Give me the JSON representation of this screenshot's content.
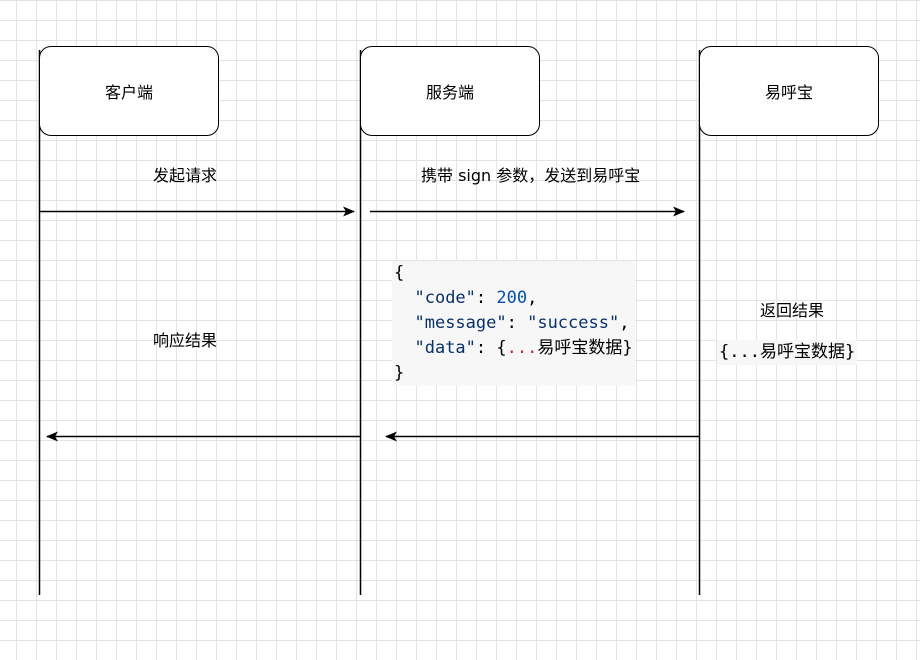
{
  "participants": {
    "client": "客户端",
    "server": "服务端",
    "ehubao": "易呼宝"
  },
  "messages": {
    "request": "发起请求",
    "forward": "携带 sign 参数，发送到易呼宝",
    "return": "返回结果",
    "respond": "响应结果"
  },
  "json_response": {
    "open": "{",
    "code_key": "\"code\"",
    "code_value": "200",
    "message_key": "\"message\"",
    "message_value": "\"success\"",
    "data_key": "\"data\"",
    "data_value_ellipsis": "...",
    "data_value_text": "易呼宝数据",
    "close": "}"
  },
  "ehubao_data": {
    "ellipsis": "...",
    "text": "易呼宝数据"
  }
}
